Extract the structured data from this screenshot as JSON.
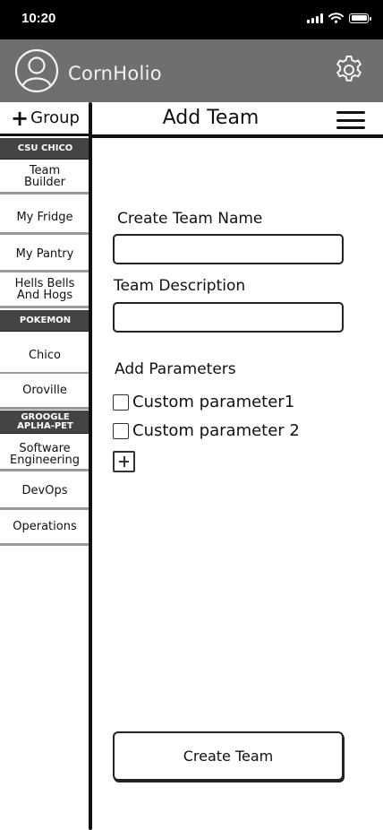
{
  "status_bar": {
    "time": "10:20"
  },
  "header": {
    "app_name": "CornHolio"
  },
  "icons": {
    "avatar": "user-avatar-icon",
    "settings": "gear-icon",
    "menu": "hamburger-menu-icon",
    "add": "plus-icon"
  },
  "sidebar": {
    "group_button": {
      "plus": "+",
      "label": "Group"
    },
    "sections": [
      {
        "title": "CSU CHICO",
        "items": [
          "Team Builder",
          "My Fridge",
          "My Pantry",
          "Hells Bells And Hogs"
        ]
      },
      {
        "title": "POKEMON",
        "items": [
          "Chico",
          "Oroville"
        ]
      },
      {
        "title": "GROOGLE APLHA-PET",
        "items": [
          "Software Engineering",
          "DevOps",
          "Operations"
        ]
      }
    ]
  },
  "page": {
    "title": "Add Team"
  },
  "form": {
    "name_label": "Create Team Name",
    "name_value": "",
    "description_label": "Team Description",
    "description_value": "",
    "parameters_label": "Add Parameters",
    "parameters": [
      "Custom parameter1",
      "Custom parameter 2"
    ],
    "submit_label": "Create Team"
  },
  "colors": {
    "header_bg": "#6f6f6f",
    "section_bg": "#444444",
    "status_bg": "#000000"
  }
}
